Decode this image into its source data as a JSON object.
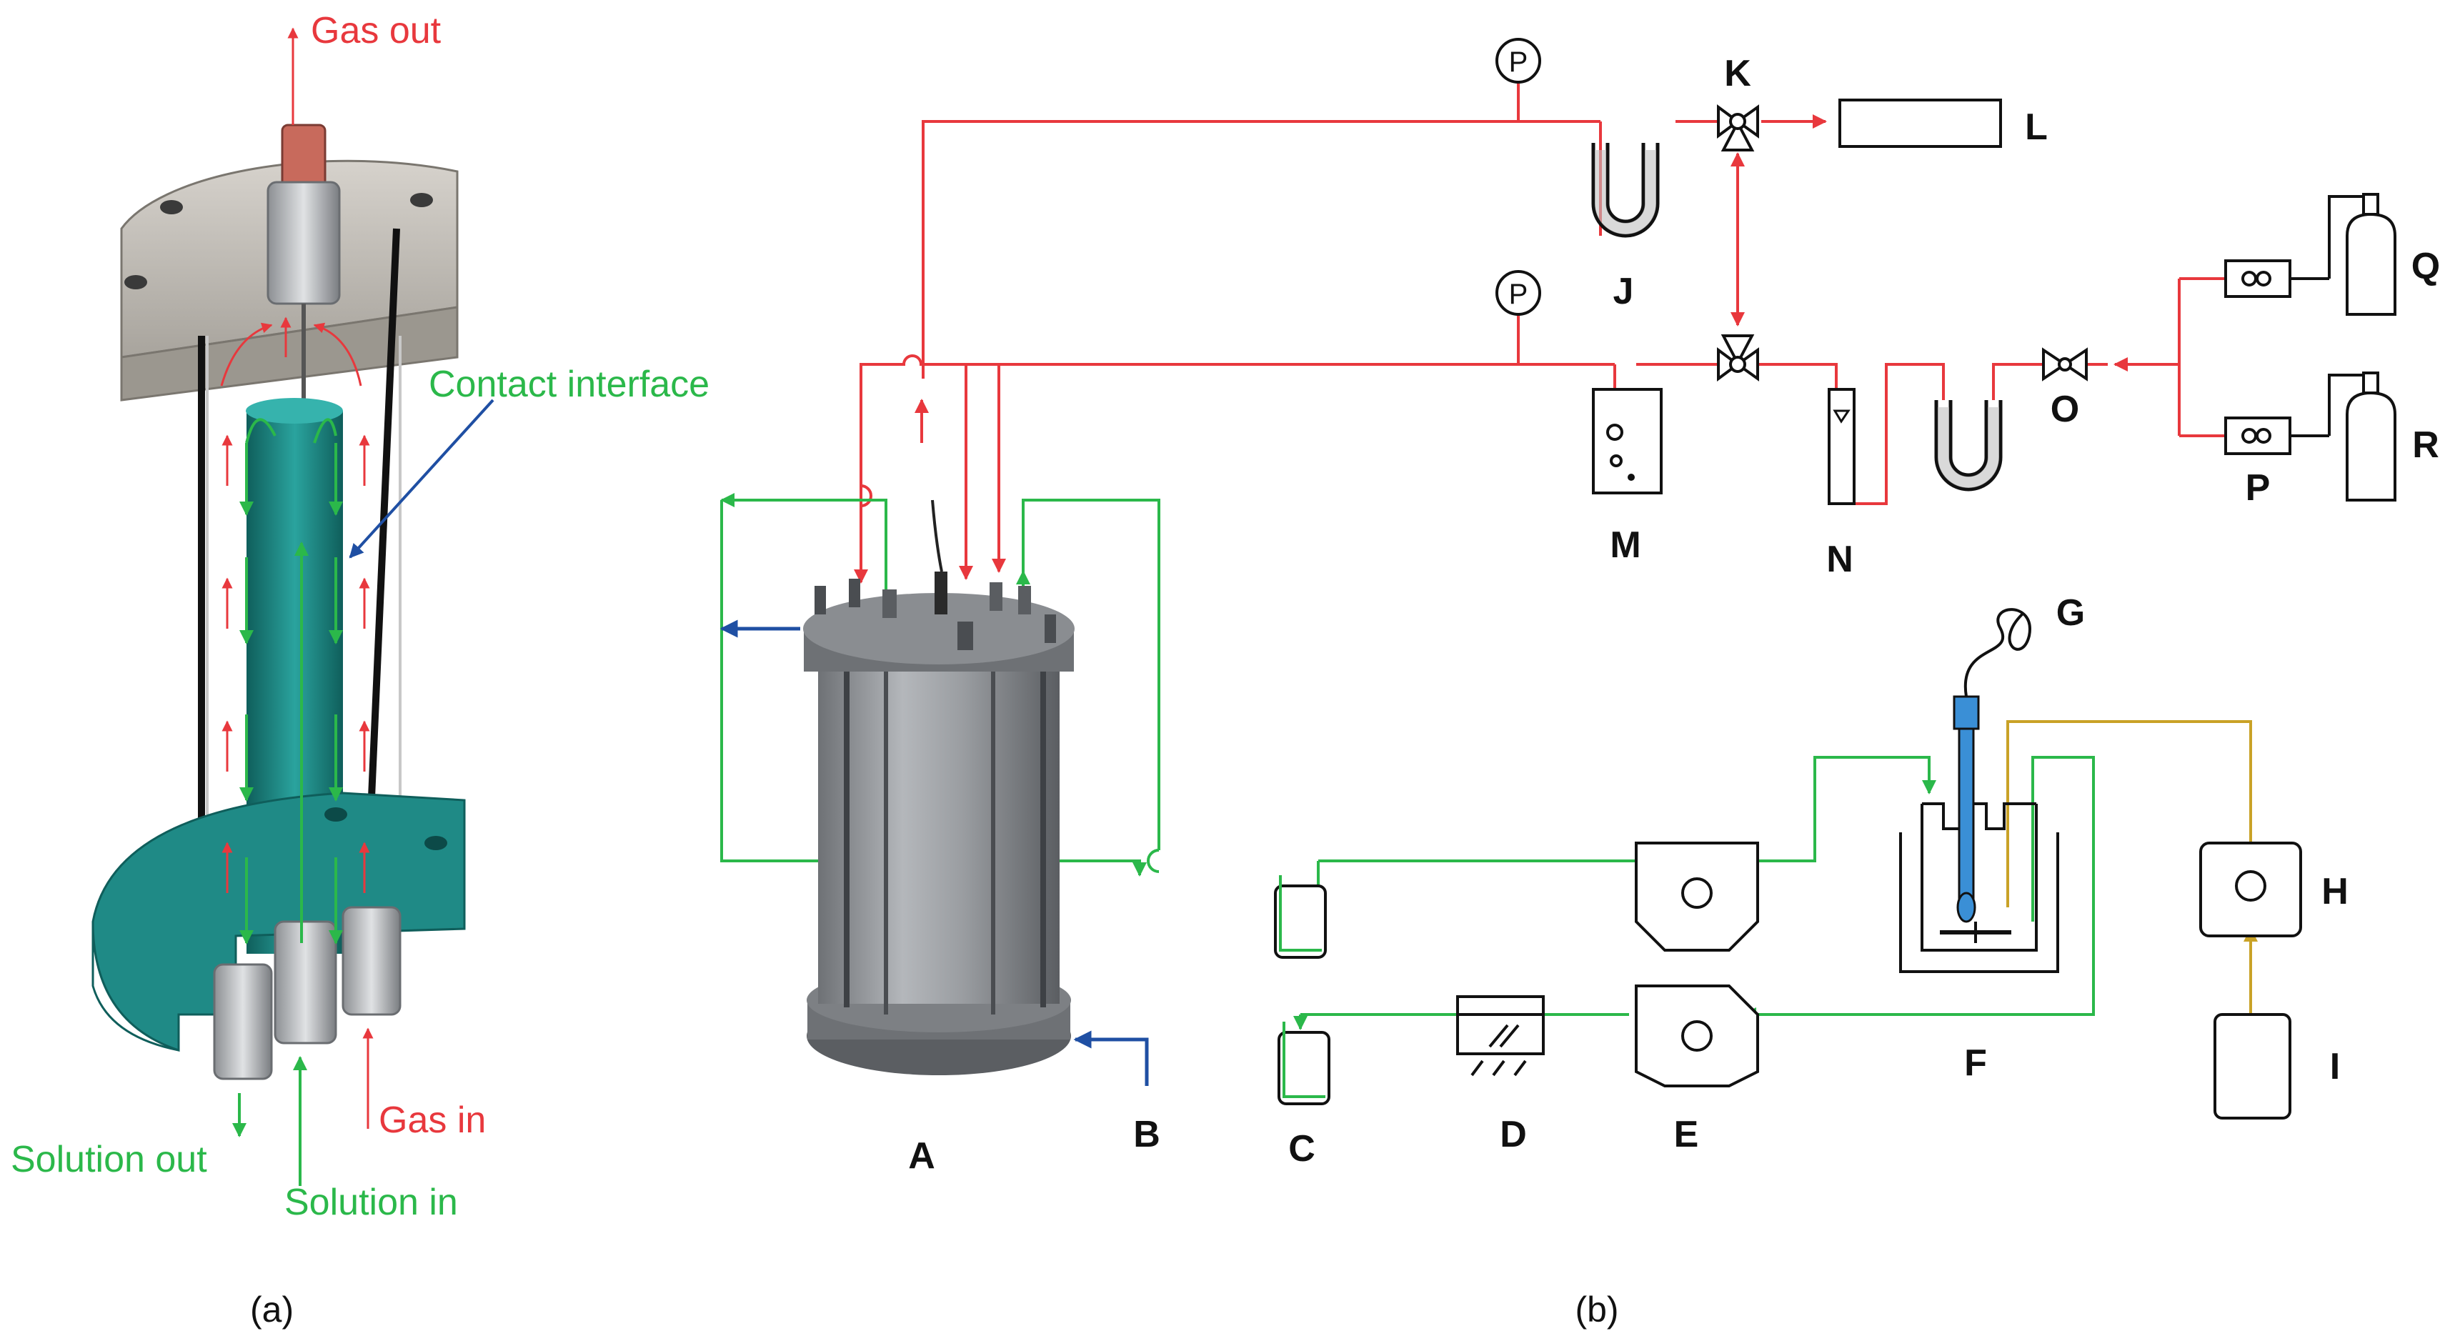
{
  "colors": {
    "gas": "#e8383d",
    "solution": "#2bb84a",
    "coolant": "#1f4fa3",
    "probe": "#c9a227",
    "interface_pointer": "#1f4fa3",
    "teal": "#1f8a86",
    "metal": "#8e9195",
    "line": "#111111"
  },
  "panel_a": {
    "caption": "(a)",
    "gas_out": "Gas out",
    "contact_interface": "Contact interface",
    "gas_in": "Gas in",
    "solution_out": "Solution out",
    "solution_in": "Solution in"
  },
  "panel_b": {
    "caption": "(b)",
    "pressure_gauge_symbol": "P",
    "labels": {
      "A": "A",
      "B": "B",
      "C": "C",
      "D": "D",
      "E": "E",
      "F": "F",
      "G": "G",
      "H": "H",
      "I": "I",
      "J": "J",
      "K": "K",
      "L": "L",
      "M": "M",
      "N": "N",
      "O": "O",
      "P": "P",
      "Q": "Q",
      "R": "R"
    }
  }
}
